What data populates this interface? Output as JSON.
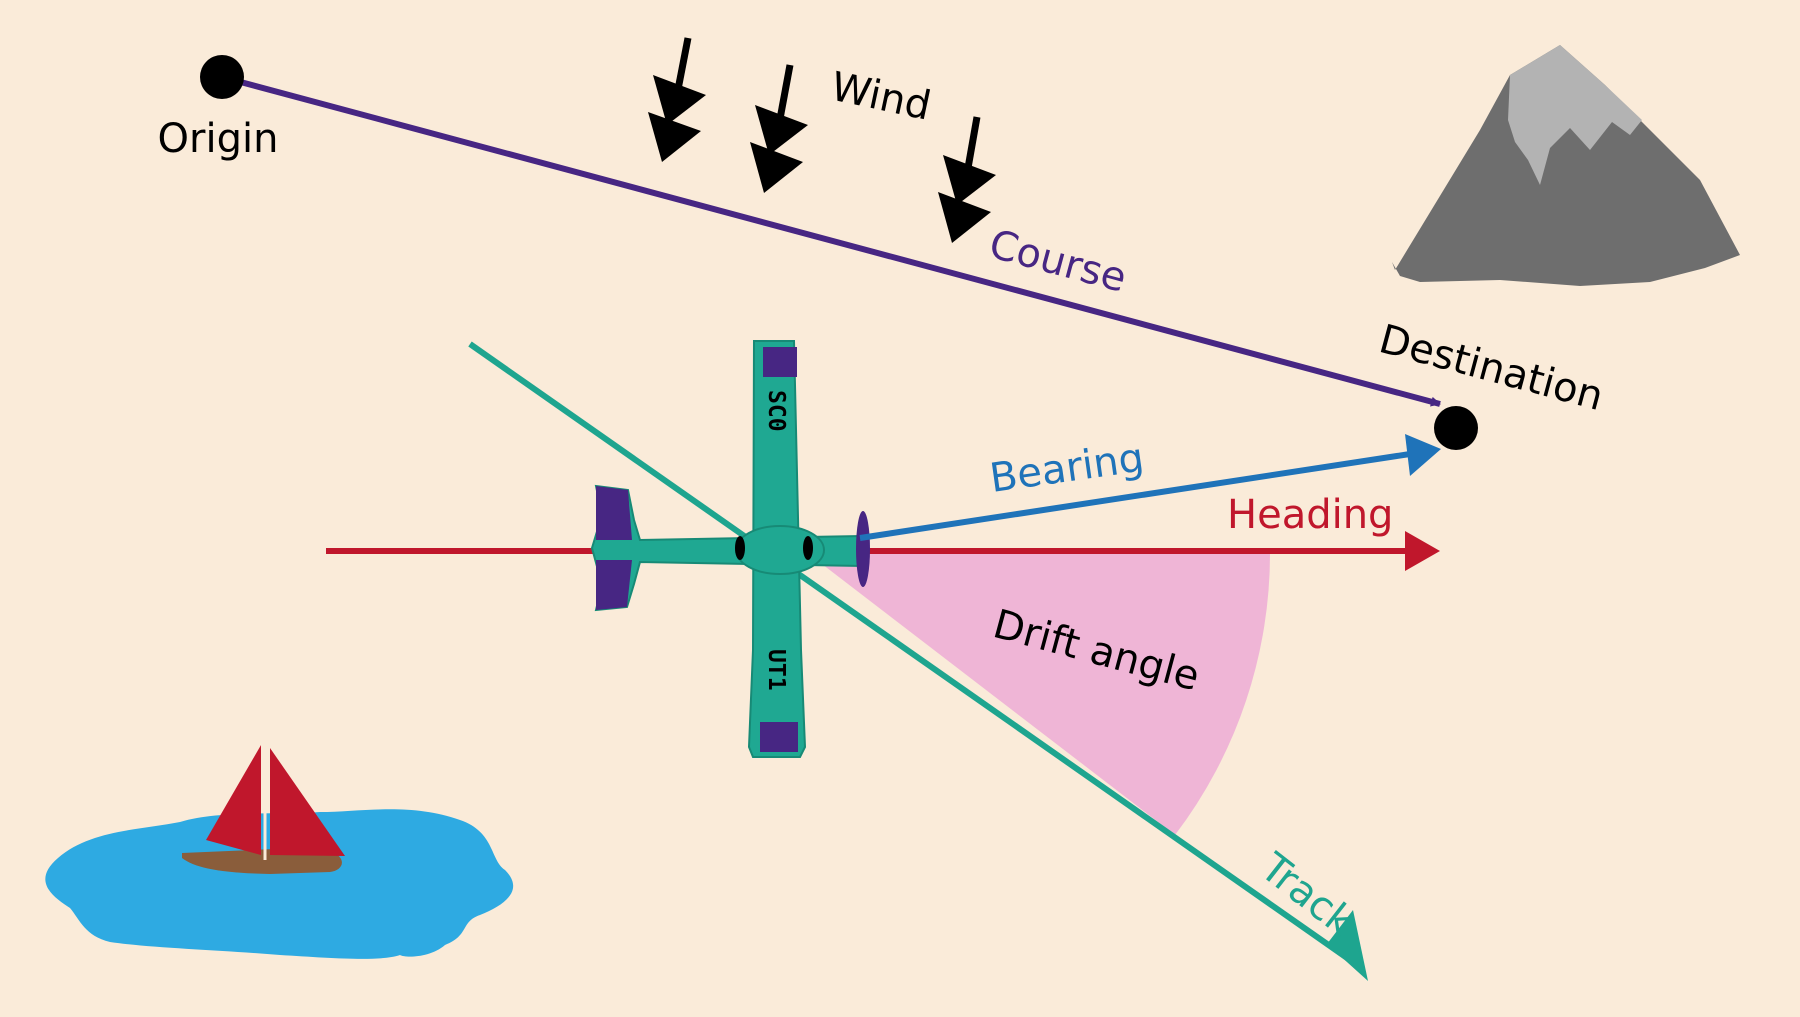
{
  "labels": {
    "origin": "Origin",
    "wind": "Wind",
    "course": "Course",
    "destination": "Destination",
    "bearing": "Bearing",
    "heading": "Heading",
    "drift_angle": "Drift angle",
    "track": "Track"
  },
  "aircraft": {
    "wing_code_top": "SC0",
    "wing_code_bottom": "UT1"
  },
  "colors": {
    "background": "#faebd9",
    "course": "#472683",
    "bearing": "#1f73b9",
    "heading": "#c0172c",
    "track": "#1ea58f",
    "drift_angle_fill": "#efb5d6",
    "aircraft_body": "#1fa892",
    "aircraft_trim": "#472683",
    "water": "#2eaae2",
    "sail": "#c0172c",
    "hull": "#8a5d3b",
    "mountain": "#6e6e6e",
    "snow": "#b3b3b3",
    "marker": "#000000"
  },
  "icons": {
    "origin": "origin-marker-dot",
    "destination": "destination-marker-dot",
    "wind": "wind-arrow-icon",
    "aircraft": "airplane-icon",
    "mountain": "mountain-icon",
    "lake": "lake-icon",
    "sailboat": "sailboat-icon"
  }
}
